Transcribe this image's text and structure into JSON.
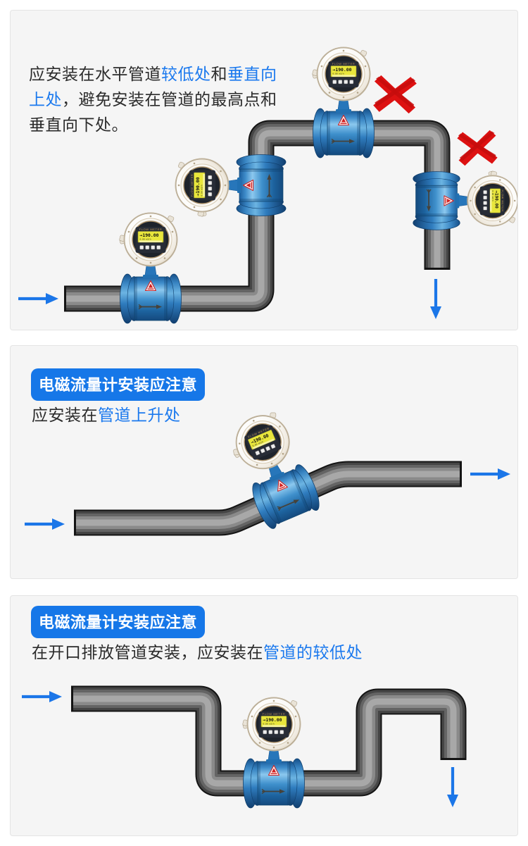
{
  "colors": {
    "accent_blue": "#1b76e8",
    "badge_blue": "#1677e8",
    "alert_red": "#dd1111",
    "pipe_gray": "#6f6f6f"
  },
  "panel1": {
    "lines": [
      [
        {
          "text": "应安装在水平管道"
        },
        {
          "text": "较低处",
          "blue": true
        },
        {
          "text": "和"
        },
        {
          "text": "垂直向",
          "blue": true
        }
      ],
      [
        {
          "text": "上处",
          "blue": true
        },
        {
          "text": "，避免安装在管道的最高点和"
        }
      ],
      [
        {
          "text": "垂直向下处。"
        }
      ]
    ]
  },
  "panel2": {
    "badge": "电磁流量计安装应注意",
    "line": [
      {
        "text": "应安装在"
      },
      {
        "text": "管道上升处",
        "blue": true
      }
    ]
  },
  "panel3": {
    "badge": "电磁流量计安装应注意",
    "line": [
      {
        "text": "在开口排放管道安装，应安装在"
      },
      {
        "text": "管道的较低处",
        "blue": true
      }
    ]
  },
  "meter": {
    "brand": "FLOW METER",
    "lcd_value": "→190.00",
    "lcd_sub": "0.00  m3/h",
    "buttons": 4
  }
}
